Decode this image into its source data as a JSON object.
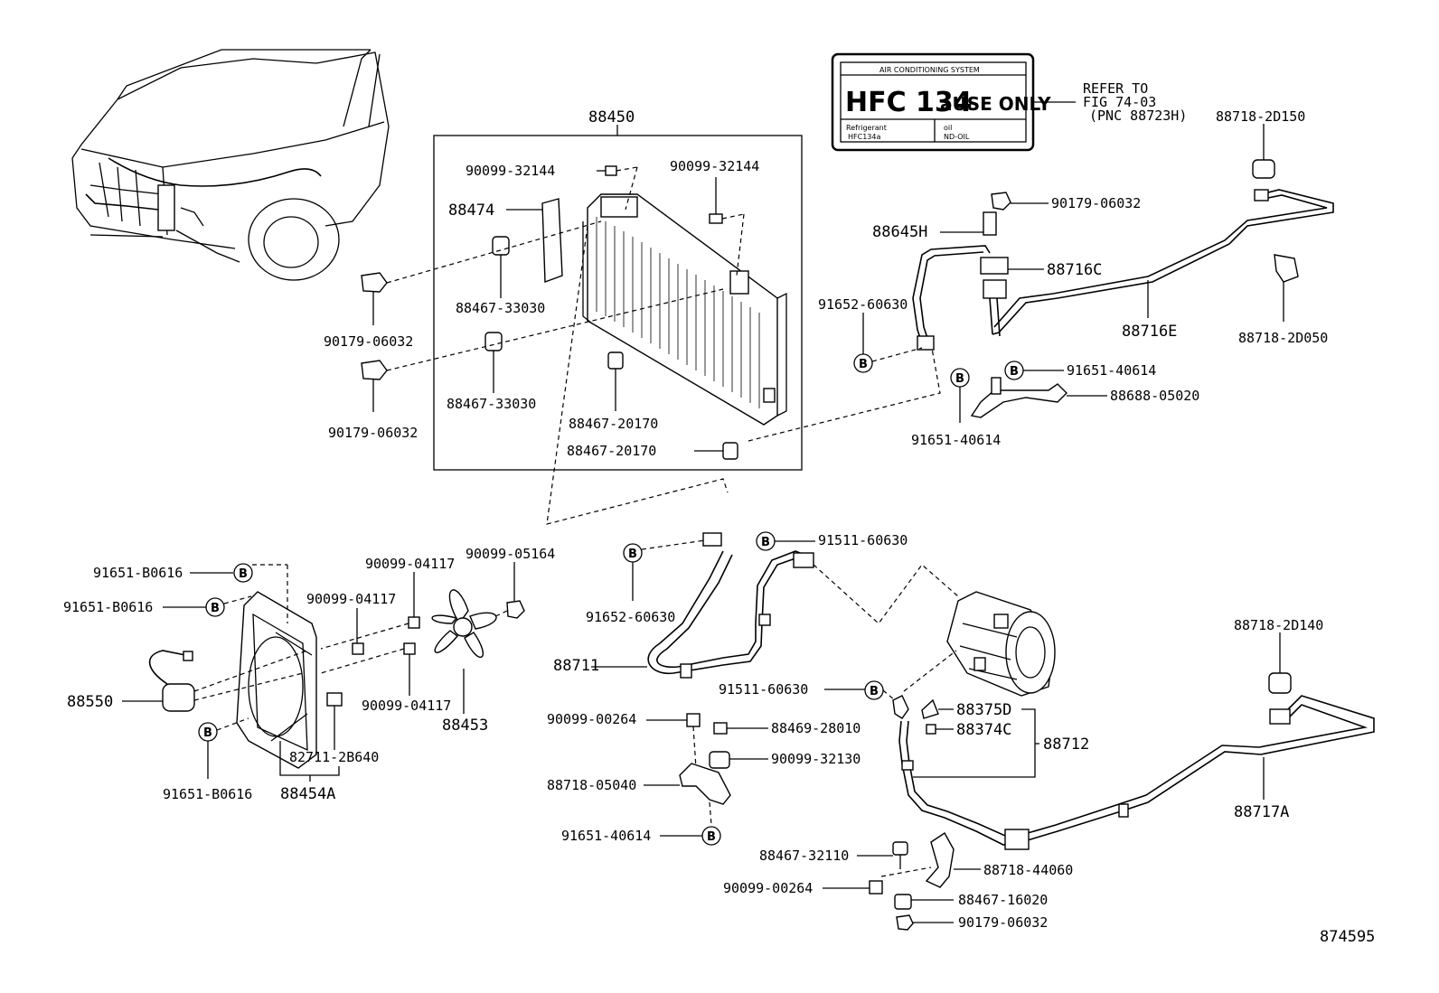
{
  "diagram_id": "874595",
  "sticker": {
    "header": "AIR CONDITIONING SYSTEM",
    "main": "HFC 134",
    "main_suffix": "aUSE ONLY",
    "refrigerant_label": "Refrigerant",
    "refrigerant_value": "HFC134a",
    "oil_label": "oil",
    "oil_value": "ND-OIL"
  },
  "refer_note": [
    "REFER TO",
    "FIG 74-03",
    "(PNC 88723H)"
  ],
  "badge": "B",
  "labels": {
    "p88450": "88450",
    "p88474": "88474",
    "p90099_32144_a": "90099-32144",
    "p90099_32144_b": "90099-32144",
    "p88467_33030_a": "88467-33030",
    "p88467_33030_b": "88467-33030",
    "p90179_06032_a": "90179-06032",
    "p90179_06032_b": "90179-06032",
    "p88467_20170_a": "88467-20170",
    "p88467_20170_b": "88467-20170",
    "p88718_2D150": "88718-2D150",
    "p90179_06032_c": "90179-06032",
    "p88645H": "88645H",
    "p88716C": "88716C",
    "p91652_60630_a": "91652-60630",
    "p88716E": "88716E",
    "p88718_2D050": "88718-2D050",
    "p91651_40614_a": "91651-40614",
    "p88688_05020": "88688-05020",
    "p91651_40614_b": "91651-40614",
    "p91651_B0616_a": "91651-B0616",
    "p91651_B0616_b": "91651-B0616",
    "p90099_04117_a": "90099-04117",
    "p90099_05164": "90099-05164",
    "p90099_04117_b": "90099-04117",
    "p88550": "88550",
    "p90099_04117_c": "90099-04117",
    "p88453": "88453",
    "p82711_2B640": "82711-2B640",
    "p91651_B0616_c": "91651-B0616",
    "p88454A": "88454A",
    "p91511_60630_a": "91511-60630",
    "p91652_60630_b": "91652-60630",
    "p88711": "88711",
    "p91511_60630_b": "91511-60630",
    "p88375D": "88375D",
    "p88374C": "88374C",
    "p88712": "88712",
    "p90099_00264_a": "90099-00264",
    "p88469_28010": "88469-28010",
    "p90099_32130": "90099-32130",
    "p88718_05040": "88718-05040",
    "p91651_40614_c": "91651-40614",
    "p88718_2D140": "88718-2D140",
    "p88717A": "88717A",
    "p88467_32110": "88467-32110",
    "p88718_44060": "88718-44060",
    "p90099_00264_b": "90099-00264",
    "p88467_16020": "88467-16020",
    "p90179_06032_d": "90179-06032"
  }
}
